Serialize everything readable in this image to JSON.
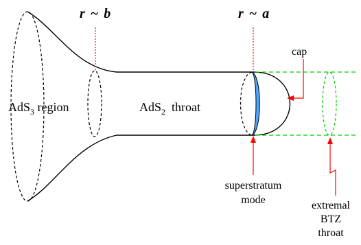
{
  "labels": {
    "r_b": {
      "r": "r",
      "tilde": "~",
      "var": "b"
    },
    "r_a": {
      "r": "r",
      "tilde": "~",
      "var": "a"
    },
    "ads3": {
      "main": "AdS",
      "sub": "3",
      "rest": " region"
    },
    "ads2": {
      "main": "AdS",
      "sub": "2",
      "rest": "  throat"
    },
    "cap": "cap",
    "superstratum": [
      "superstratum",
      "mode"
    ],
    "btz": [
      "extremal",
      "BTZ",
      "throat"
    ]
  },
  "colors": {
    "outline": "#000000",
    "guide_red": "#ff0000",
    "btz_green": "#00cc00",
    "mode_blue": "#4da6ff"
  }
}
